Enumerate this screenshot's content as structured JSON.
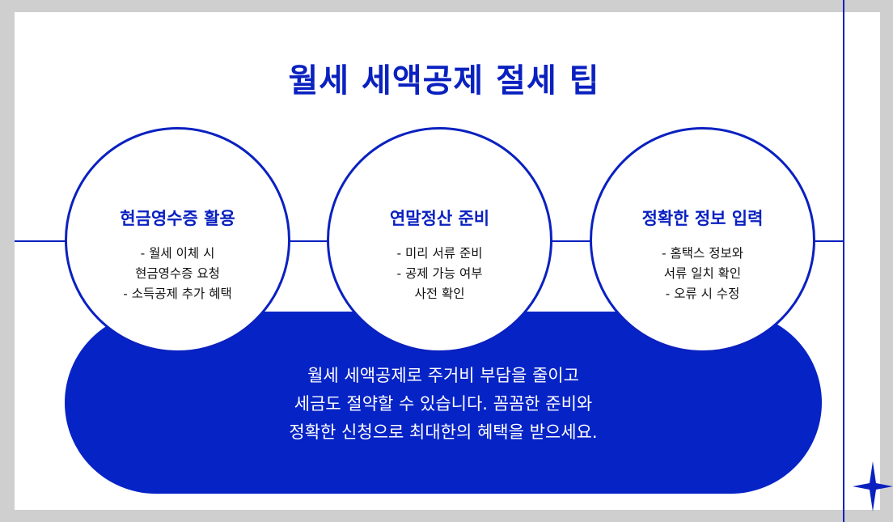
{
  "title": "월세 세액공제 절세 팁",
  "tips": [
    {
      "heading": "현금영수증 활용",
      "lines": [
        "- 월세 이체 시",
        "현금영수증 요청",
        "- 소득공제 추가 혜택"
      ]
    },
    {
      "heading": "연말정산 준비",
      "lines": [
        "- 미리 서류 준비",
        "- 공제 가능 여부",
        "사전 확인"
      ]
    },
    {
      "heading": "정확한 정보 입력",
      "lines": [
        "- 홈택스 정보와",
        "서류 일치 확인",
        "- 오류 시 수정"
      ]
    }
  ],
  "summary": [
    "월세 세액공제로 주거비 부담을 줄이고",
    "세금도 절약할 수 있습니다. 꼼꼼한 준비와",
    "정확한 신청으로 최대한의 혜택을 받으세요."
  ],
  "colors": {
    "accent": "#0a21c0",
    "pill": "#0623c6",
    "background": "#ffffff",
    "frame": "#cfcfcf"
  },
  "icons": {
    "corner": "sparkle-star-icon"
  }
}
